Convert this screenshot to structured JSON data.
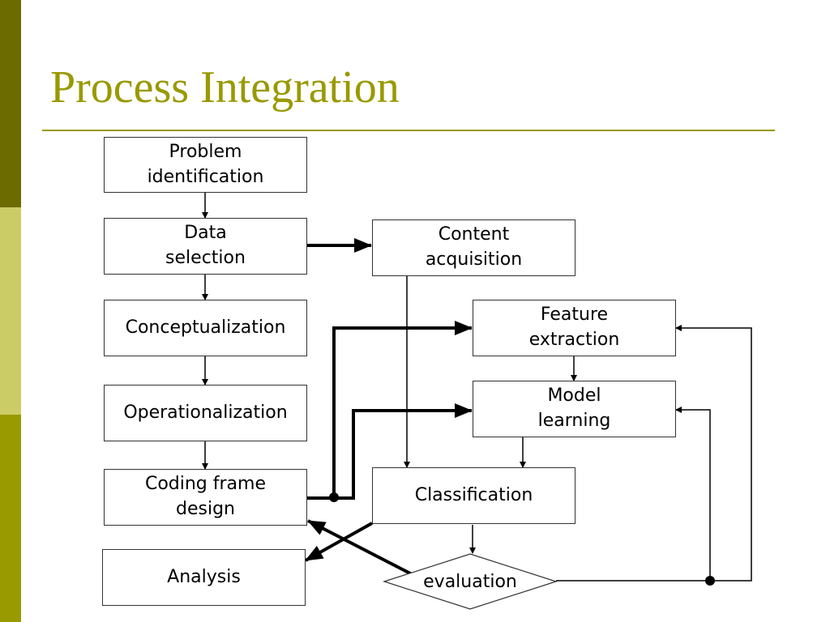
{
  "slide": {
    "title": "Process Integration"
  },
  "nodes": {
    "problem_identification": "Problem\nidentification",
    "data_selection": "Data\nselection",
    "conceptualization": "Conceptualization",
    "operationalization": "Operationalization",
    "coding_frame_design": "Coding frame\ndesign",
    "analysis": "Analysis",
    "content_acquisition": "Content\nacquisition",
    "feature_extraction": "Feature\nextraction",
    "model_learning": "Model\nlearning",
    "classification": "Classification",
    "evaluation": "evaluation"
  },
  "colors": {
    "title": "#999900",
    "sidebar_dark": "#6b6b00",
    "sidebar_light": "#cccc66",
    "sidebar_mid": "#999900",
    "line": "#000000",
    "box_border": "#333333"
  }
}
